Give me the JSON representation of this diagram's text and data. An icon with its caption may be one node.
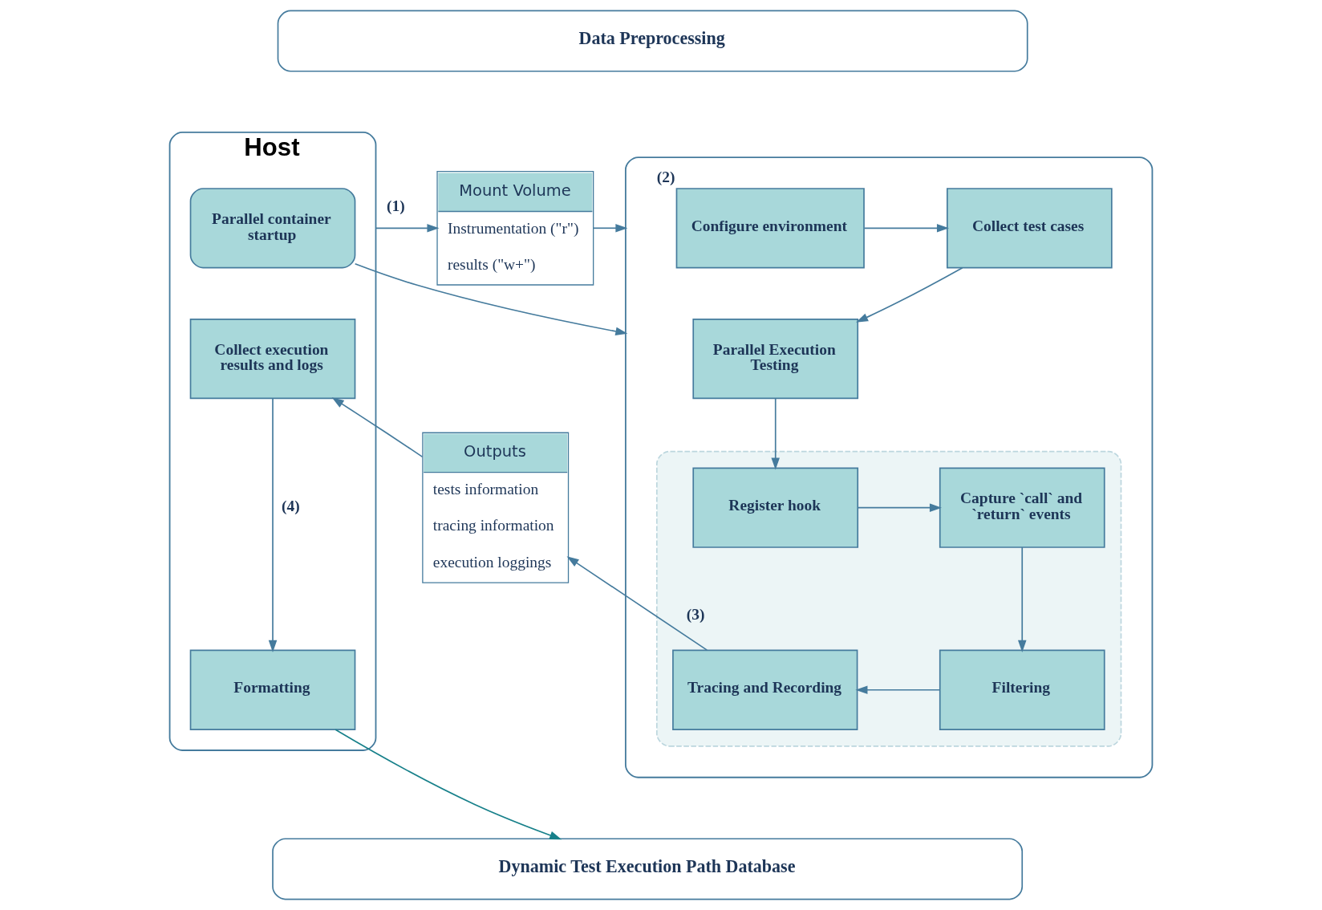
{
  "diagram": {
    "nodes": [
      {
        "text": [
          "Data Preprocessing"
        ]
      },
      {
        "text": [
          "Host"
        ]
      },
      {
        "text": [
          "Parallel container startup"
        ],
        "in": 1
      },
      {
        "text": [
          "Collect execution results and logs"
        ],
        "in": 1
      },
      {
        "text": [
          "Formatting"
        ],
        "in": 1
      },
      {
        "text": [
          "Mount Volume",
          "Instrumentation (\"r\")",
          "results (\"w+\")"
        ]
      },
      {
        "text": [
          "Outputs",
          "tests information",
          "tracing information",
          "execution loggings"
        ]
      },
      {
        "text": [],
        "shape": "box"
      },
      {
        "text": [
          "Configure environment"
        ],
        "in": 7,
        "beside": [
          "(2)"
        ]
      },
      {
        "text": [
          "Collect test cases"
        ],
        "in": 7
      },
      {
        "text": [
          "Parallel Execution Testing"
        ],
        "in": 7
      },
      {
        "text": [],
        "shape": "box",
        "in": 7
      },
      {
        "text": [
          "Register hook"
        ],
        "in": 11
      },
      {
        "text": [
          "Capture `call` and `return` events"
        ],
        "in": 11
      },
      {
        "text": [
          "Filtering"
        ],
        "in": 11
      },
      {
        "text": [
          "Tracing and Recording"
        ],
        "in": 11
      },
      {
        "text": [
          "Dynamic Test Execution Path Database"
        ]
      }
    ],
    "edges": [
      {
        "from": 1,
        "to": 5,
        "arrow": "to",
        "label": "(1)"
      },
      {
        "from": 5,
        "to": 7,
        "arrow": "to"
      },
      {
        "from": 2,
        "to": 7,
        "arrow": "to"
      },
      {
        "from": 8,
        "to": 9,
        "arrow": "to"
      },
      {
        "from": 9,
        "to": 10,
        "arrow": "to"
      },
      {
        "from": 10,
        "to": 12,
        "arrow": "to"
      },
      {
        "from": 12,
        "to": 13,
        "arrow": "to"
      },
      {
        "from": 13,
        "to": 14,
        "arrow": "to"
      },
      {
        "from": 14,
        "to": 15,
        "arrow": "to"
      },
      {
        "from": 15,
        "to": 6,
        "arrow": "to",
        "label": "(3)"
      },
      {
        "from": 6,
        "to": 3,
        "arrow": "to"
      },
      {
        "from": 3,
        "to": 4,
        "arrow": "to",
        "label": "(4)"
      },
      {
        "from": 4,
        "to": 16,
        "arrow": "to",
        "color": "#17808a"
      }
    ]
  }
}
